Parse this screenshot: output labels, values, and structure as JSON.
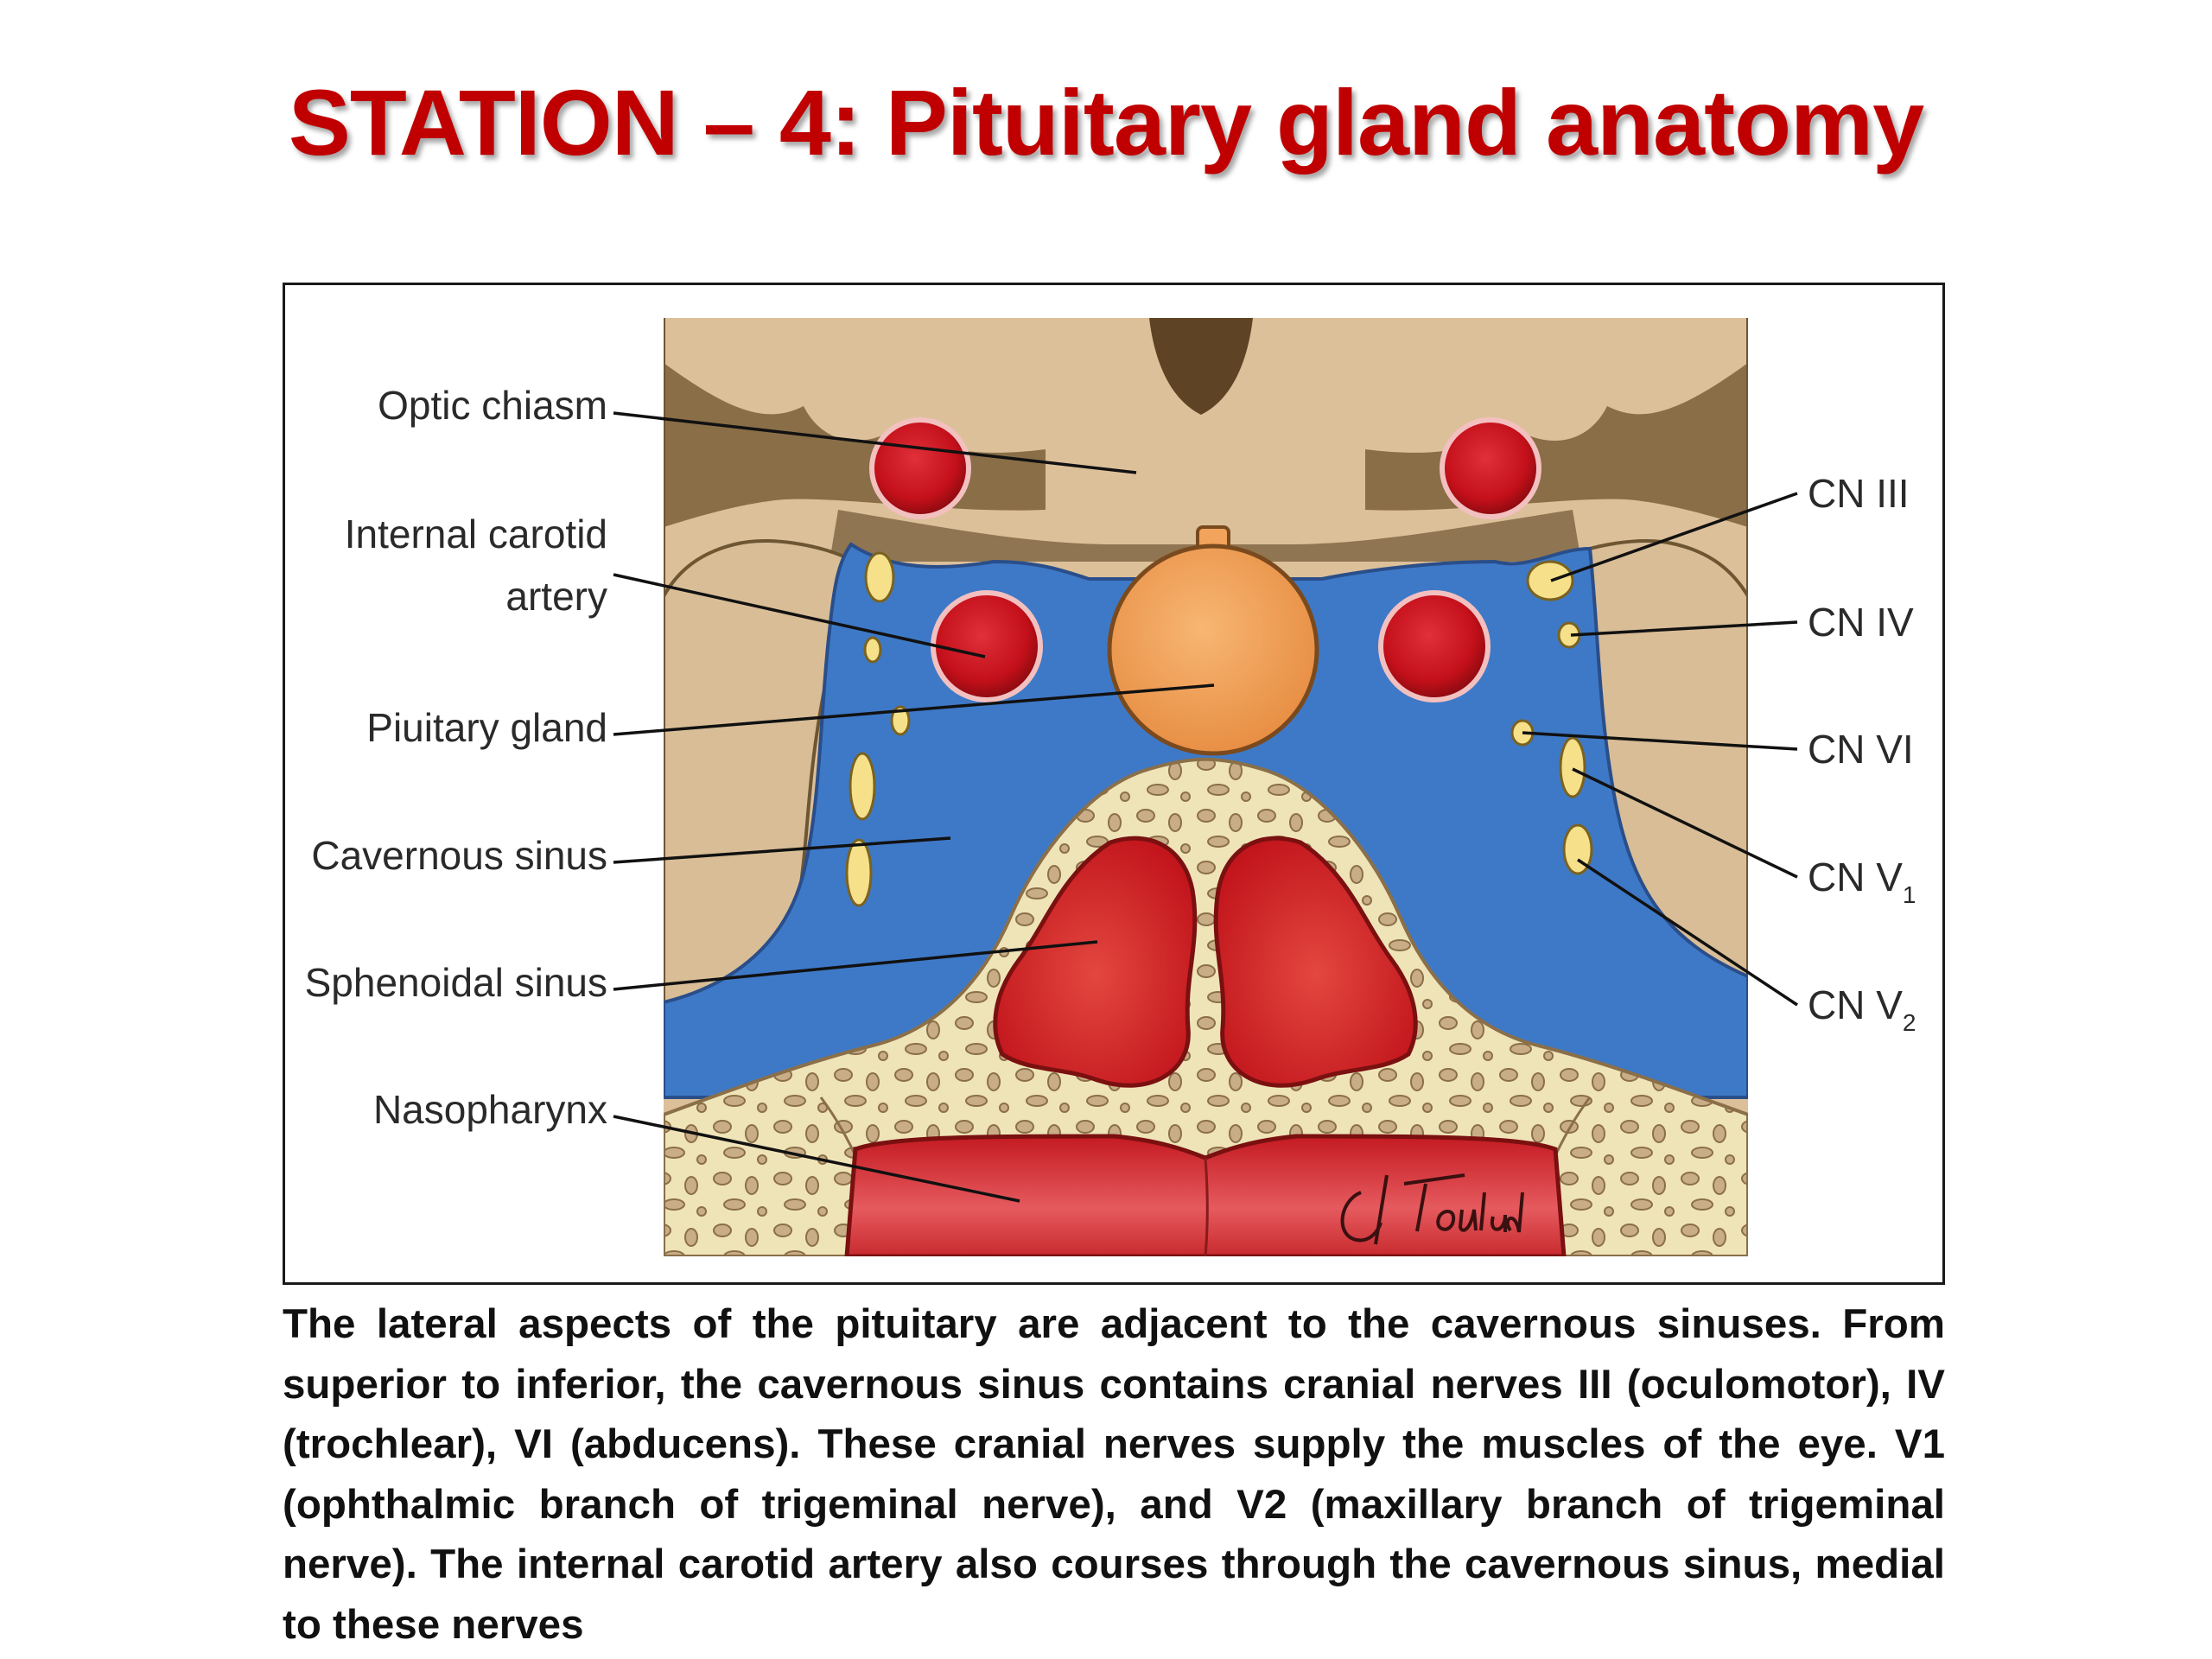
{
  "title": "STATION – 4: Pituitary gland anatomy",
  "diagram": {
    "labels_left": [
      "Optic chiasm",
      "Internal carotid",
      "artery",
      "Piuitary gland",
      "Cavernous sinus",
      "Sphenoidal sinus",
      "Nasopharynx"
    ],
    "labels_right": {
      "cn3": "CN III",
      "cn4": "CN IV",
      "cn6": "CN VI",
      "cn5": "CN V",
      "v1_sub": "1",
      "v2_sub": "2"
    },
    "signature": "Cl Foulad",
    "colors": {
      "brain": "#dcc09a",
      "dura": "#6e5633",
      "sinus_blue": "#3e79c7",
      "artery": "#c8141c",
      "gland": "#f2a35c",
      "bone": "#efe3b8",
      "nerve": "#f6e08a"
    }
  },
  "caption": "The lateral aspects of the pituitary are adjacent to the cavernous sinuses. From superior to inferior, the cavernous sinus contains cranial nerves III (oculomotor), IV (trochlear), VI (abducens). These cranial nerves supply the muscles of the  eye. V1 (ophthalmic branch of trigeminal nerve), and V2 (maxillary branch of trigeminal nerve). The internal carotid artery also courses through the  cavernous sinus, medial to these nerves"
}
